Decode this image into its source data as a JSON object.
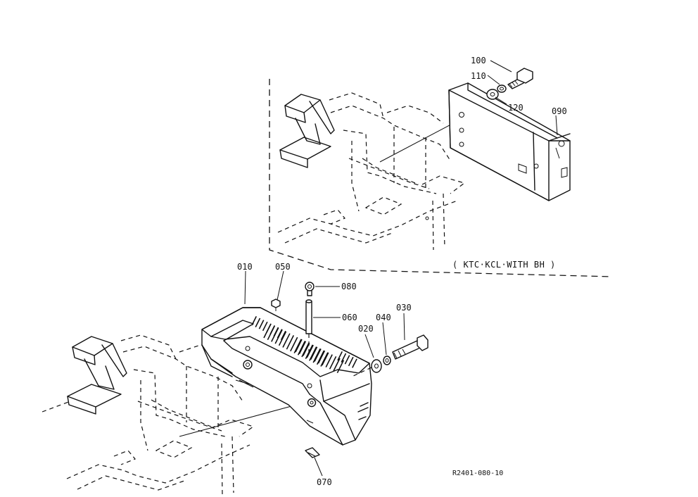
{
  "labels": {
    "p100": "100",
    "p110": "110",
    "p120": "120",
    "p090": "090",
    "p010": "010",
    "p050": "050",
    "p080": "080",
    "p060": "060",
    "p020": "020",
    "p040": "040",
    "p030": "030",
    "p070": "070"
  },
  "variant_caption": "( KTC·KCL·WITH BH )",
  "drawing_ref": "R2401-080-10"
}
